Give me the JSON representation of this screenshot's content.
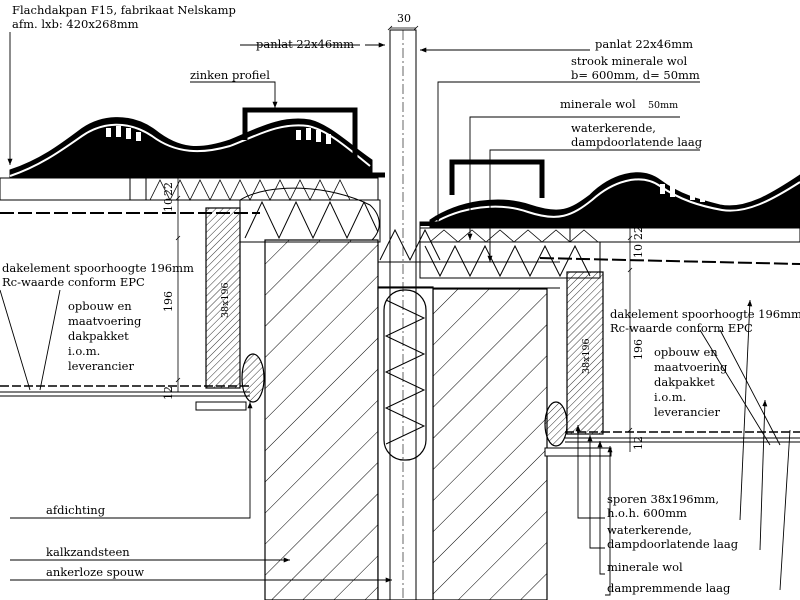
{
  "labels": {
    "tile_type": "Flachdakpan F15, fabrikaat Nelskamp",
    "tile_size": "afm. lxb: 420x268mm",
    "panlat_left": "panlat 22x46mm",
    "panlat_right": "panlat 22x46mm",
    "zinc_profile": "zinken profiel",
    "strip_wool_1": "strook minerale wol",
    "strip_wool_2": "b= 600mm, d= 50mm",
    "mineral_wool_top": "minerale wol",
    "mineral_wool_top_size": "50mm",
    "membrane_top_1": "waterkerende,",
    "membrane_top_2": "dampdoorlatende laag",
    "roof_left_1": "dakelement spoorhoogte 196mm",
    "roof_left_2": "Rc-waarde conform EPC",
    "build_left_1": "opbouw en",
    "build_left_2": "maatvoering",
    "build_left_3": "dakpakket",
    "build_left_4": "i.o.m.",
    "build_left_5": "leverancier",
    "roof_right_1": "dakelement spoorhoogte 196mm",
    "roof_right_2": "Rc-waarde conform EPC",
    "build_right_1": "opbouw en",
    "build_right_2": "maatvoering",
    "build_right_3": "dakpakket",
    "build_right_4": "i.o.m.",
    "build_right_5": "leverancier",
    "sealing": "afdichting",
    "sand_lime": "kalkzandsteen",
    "cavity": "ankerloze spouw",
    "rafters_1": "sporen 38x196mm,",
    "rafters_2": "h.o.h. 600mm",
    "membrane_bottom_1": "waterkerende,",
    "membrane_bottom_2": "dampdoorlatende laag",
    "mineral_wool_bottom": "minerale wol",
    "vapour_barrier": "dampremmende laag"
  },
  "dimensions": {
    "cavity_width": "30",
    "rafter_height_left": "196",
    "batten_left_top": "22",
    "batten_left_bottom": "10",
    "ceiling_left": "12",
    "rafter_height_right": "196",
    "batten_right_top": "22",
    "batten_right_bottom": "10",
    "ceiling_right": "12",
    "rafter_section_left": "38x196",
    "rafter_section_right": "38x196"
  }
}
